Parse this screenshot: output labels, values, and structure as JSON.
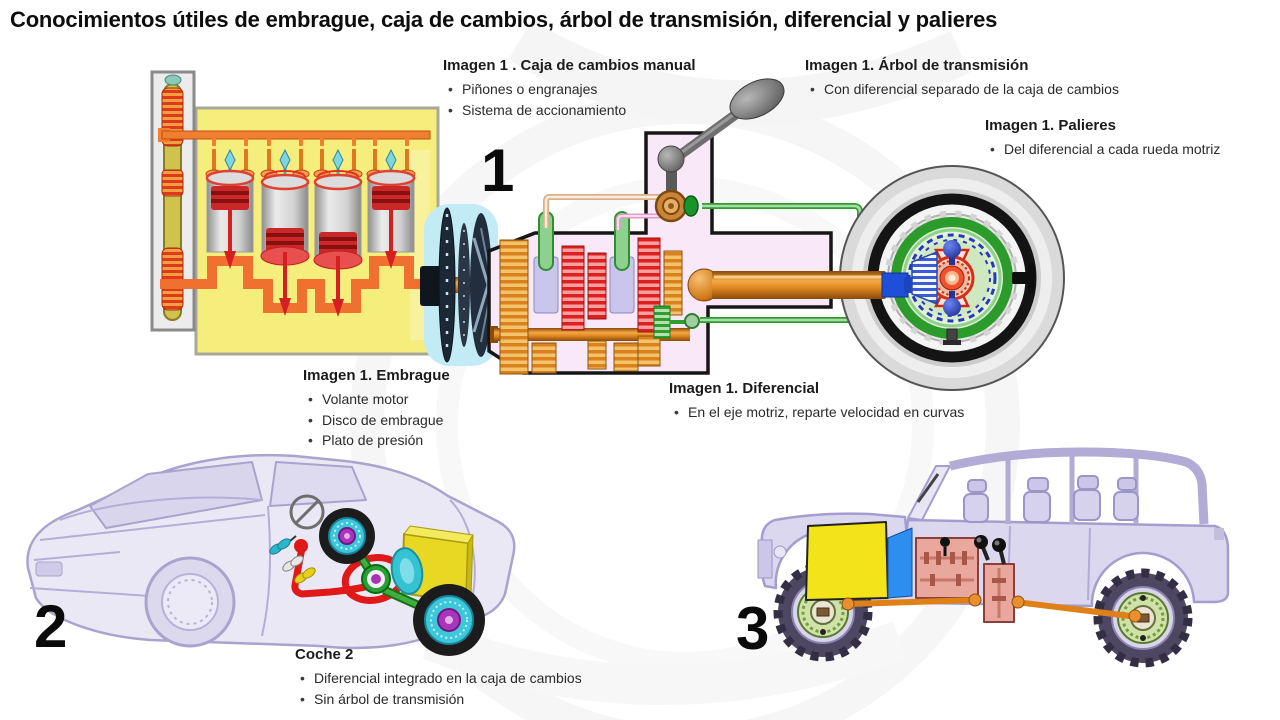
{
  "title": "Conocimientos útiles de embrague, caja de cambios, árbol de transmisión, diferencial y palieres",
  "markers": {
    "scene1": "1",
    "scene2": "2",
    "scene3": "3"
  },
  "labels": {
    "gearbox": {
      "heading": "Imagen 1 . Caja de cambios manual",
      "bullets": [
        "Piñones o engranajes",
        "Sistema de accionamiento"
      ]
    },
    "driveshaft": {
      "heading": "Imagen 1. Árbol de transmisión",
      "bullets": [
        "Con diferencial separado de la caja de cambios"
      ]
    },
    "halfshafts": {
      "heading": "Imagen 1. Palieres",
      "bullets": [
        "Del diferencial a cada rueda motriz"
      ]
    },
    "clutch": {
      "heading": "Imagen 1. Embrague",
      "bullets": [
        "Volante motor",
        "Disco de embrague",
        "Plato de presión"
      ]
    },
    "differential": {
      "heading": "Imagen 1. Diferencial",
      "bullets": [
        "En el eje motriz, reparte velocidad en curvas"
      ]
    },
    "car2": {
      "heading": "Coche 2",
      "bullets": [
        "Diferencial integrado en la caja de cambios",
        "Sin árbol de transmisión"
      ]
    }
  },
  "colors": {
    "engine_block": "#f5ee7d",
    "gearbox_housing": "#f9e9f8",
    "clutch_bell": "#c2ebf5",
    "shaft_orange": "#e08820",
    "gear_red": "#dd1f1f",
    "crown_green": "#2b9b2b",
    "coupling_blue": "#1f4fd8",
    "car_outline": "#a9a3cd",
    "highlight_yellow": "#f2e419"
  }
}
